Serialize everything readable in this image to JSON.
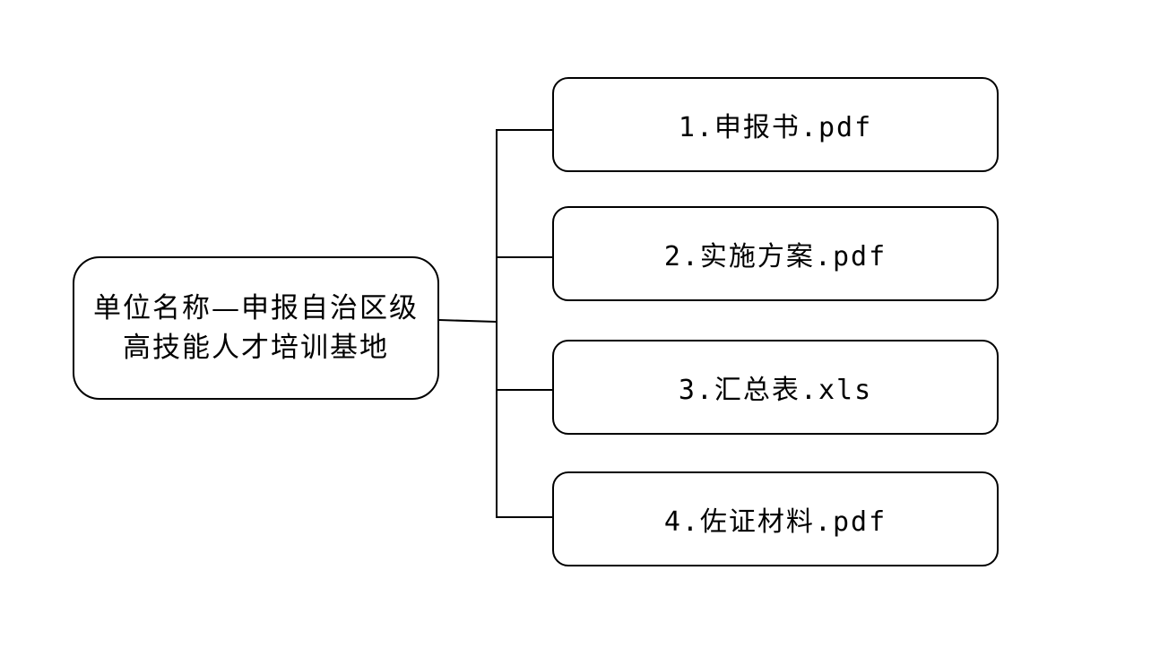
{
  "diagram": {
    "root": {
      "label": "单位名称—申报自治区级高技能人才培训基地"
    },
    "children": [
      {
        "label": "1.申报书.pdf"
      },
      {
        "label": "2.实施方案.pdf"
      },
      {
        "label": "3.汇总表.xls"
      },
      {
        "label": "4.佐证材料.pdf"
      }
    ],
    "colors": {
      "stroke": "#000000",
      "background": "#ffffff"
    }
  }
}
